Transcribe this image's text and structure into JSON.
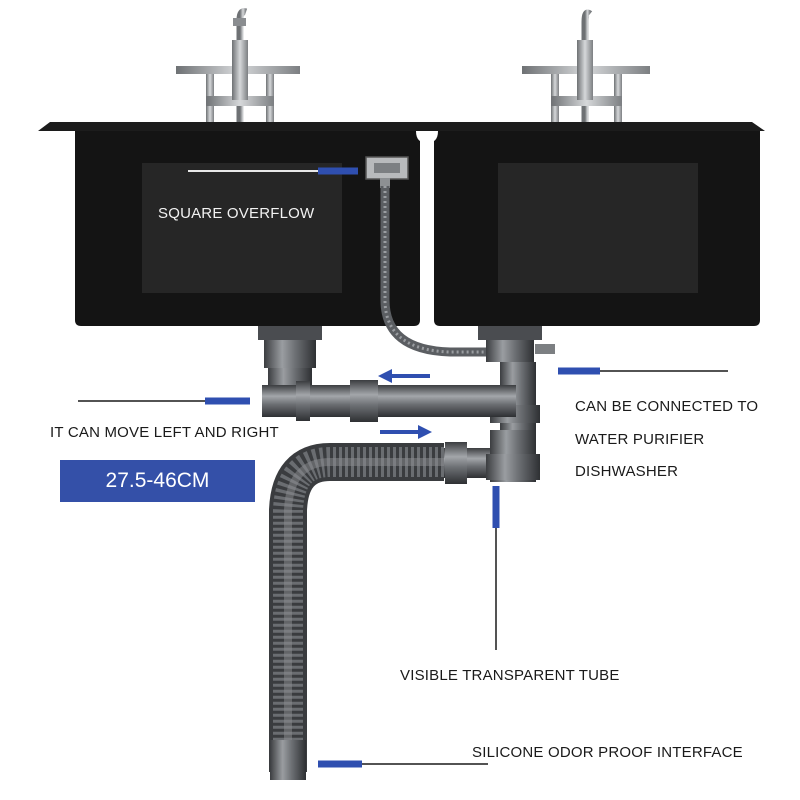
{
  "labels": {
    "square_overflow": "SQUARE OVERFLOW",
    "move_left_right": "IT CAN MOVE LEFT AND RIGHT",
    "size_range": "27.5-46CM",
    "connect_line1": "CAN BE CONNECTED TO",
    "connect_line2": "WATER PURIFIER",
    "connect_line3": "DISHWASHER",
    "transparent_tube": "VISIBLE TRANSPARENT TUBE",
    "odor_interface": "SILICONE ODOR PROOF INTERFACE"
  },
  "colors": {
    "accent_blue": "#2f4fb0",
    "sink_black": "#141414",
    "pipe_gray": "#6b6e72"
  }
}
